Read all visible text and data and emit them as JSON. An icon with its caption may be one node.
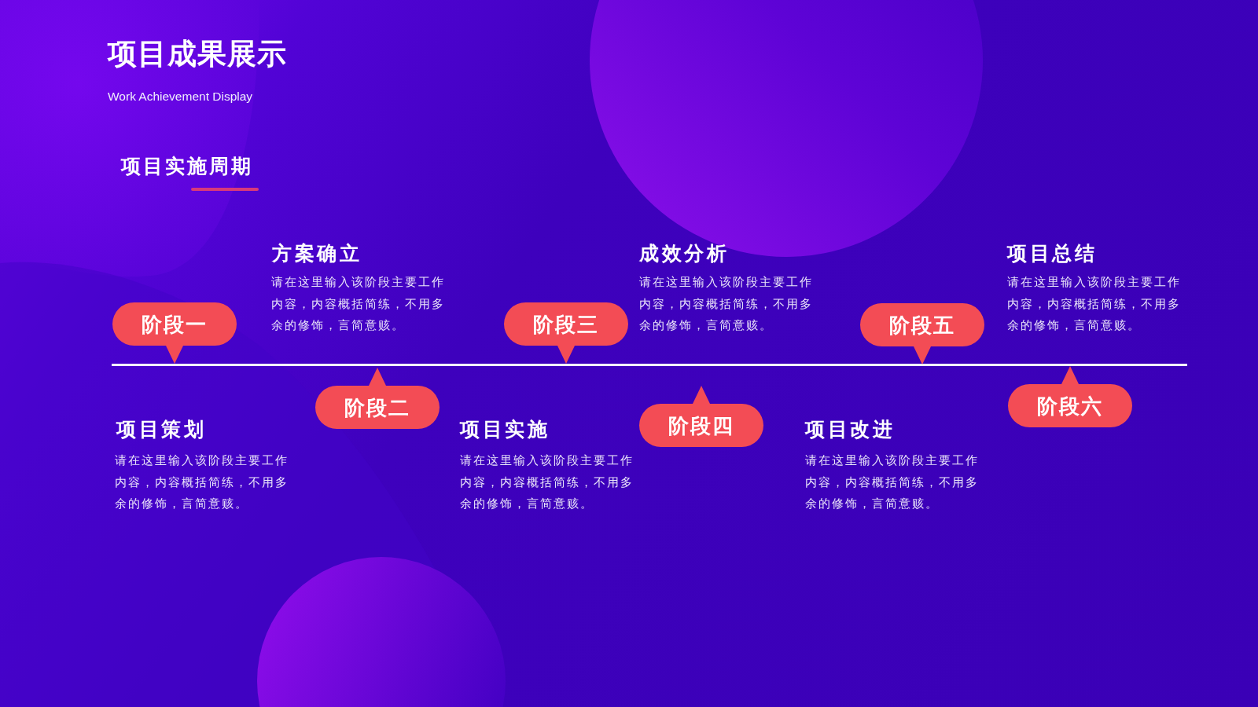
{
  "diagram": {
    "title": "项目成果展示",
    "nodes": [
      {
        "text": [
          "阶段一"
        ],
        "beside": [
          "方案确立",
          "请在这里输入该阶段主要工作内容，内容概括简练，不用多余的修饰，言简意赅。"
        ]
      },
      {
        "text": [
          "阶段二"
        ],
        "beside": [
          "项目策划",
          "请在这里输入该阶段主要工作内容，内容概括简练，不用多余的修饰，言简意赅。"
        ]
      },
      {
        "text": [
          "阶段三"
        ],
        "beside": [
          "成效分析",
          "请在这里输入该阶段主要工作内容，内容概括简练，不用多余的修饰，言简意赅。"
        ]
      },
      {
        "text": [
          "阶段四"
        ],
        "beside": [
          "项目实施",
          "请在这里输入该阶段主要工作内容，内容概括简练，不用多余的修饰，言简意赅。"
        ]
      },
      {
        "text": [
          "阶段五"
        ],
        "beside": [
          "项目总结",
          "请在这里输入该阶段主要工作内容，内容概括简练，不用多余的修饰，言简意赅。"
        ]
      },
      {
        "text": [
          "阶段六"
        ],
        "beside": [
          "项目改进",
          "请在这里输入该阶段主要工作内容，内容概括简练，不用多余的修饰，言简意赅。"
        ]
      }
    ],
    "labels": [
      "Work Achievement Display",
      "项目实施周期"
    ]
  }
}
